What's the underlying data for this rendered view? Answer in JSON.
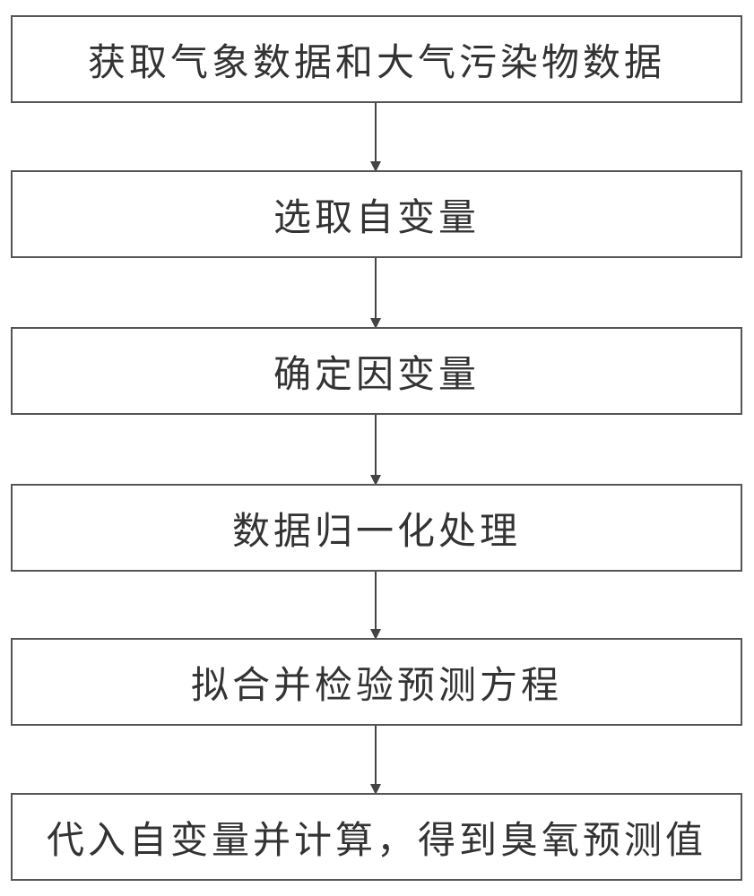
{
  "flowchart": {
    "steps": [
      {
        "label": "获取气象数据和大气污染物数据"
      },
      {
        "label": "选取自变量"
      },
      {
        "label": "确定因变量"
      },
      {
        "label": "数据归一化处理"
      },
      {
        "label": "拟合并检验预测方程"
      },
      {
        "label": "代入自变量并计算，得到臭氧预测值"
      }
    ]
  }
}
